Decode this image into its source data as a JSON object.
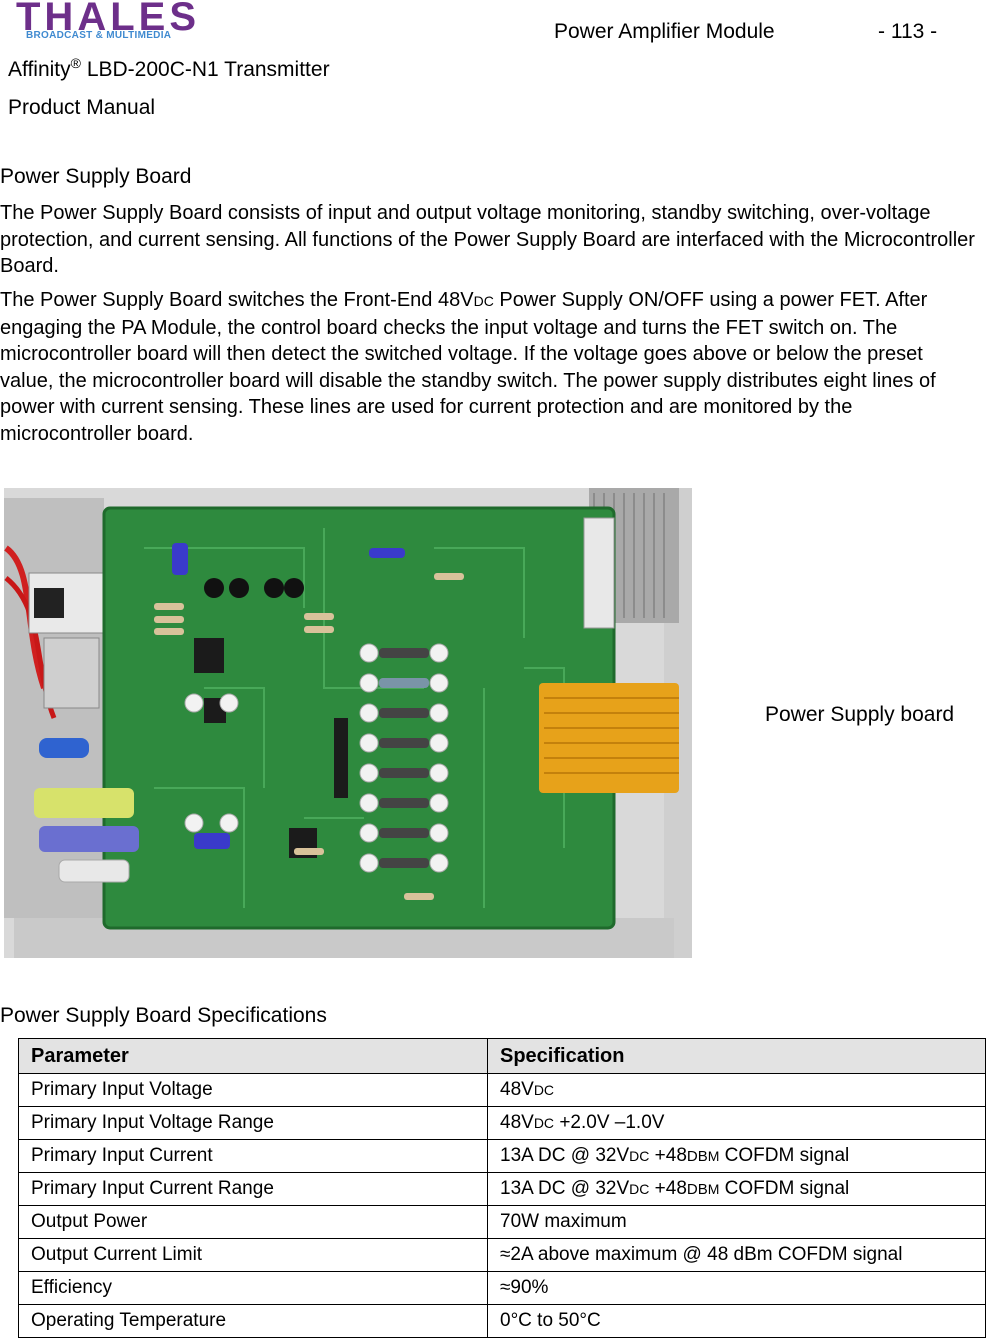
{
  "header": {
    "logo_brand": "THALES",
    "logo_subtitle": "BROADCAST & MULTIMEDIA",
    "module": "Power Amplifier Module",
    "page": "- 113 -",
    "product_name": "Affinity",
    "product_mark": "®",
    "product_model": " LBD-200C-N1 Transmitter",
    "manual": "Product Manual"
  },
  "section1": {
    "title": "Power Supply Board",
    "para1": "The Power Supply Board consists of input and output voltage monitoring, standby switching, over-voltage protection, and current sensing. All functions of the Power Supply Board are interfaced with the Microcontroller Board.",
    "para2_a": "The Power Supply Board switches the Front-End 48V",
    "para2_sub": "DC",
    "para2_b": " Power Supply ON/OFF using a power FET. After engaging the PA Module, the control board checks the input voltage and turns the FET switch on. The microcontroller board will then detect the switched voltage. If the voltage goes above or below the preset value, the microcontroller board will disable the standby switch. The power supply distributes eight lines of power with current sensing. These lines are used for current protection and are monitored by the microcontroller board."
  },
  "figure": {
    "caption": "Power Supply board"
  },
  "section2": {
    "title": "Power Supply Board Specifications",
    "headers": [
      "Parameter",
      "Specification"
    ],
    "rows": [
      {
        "param": "Primary Input Voltage",
        "spec": [
          "48V",
          "DC",
          ""
        ]
      },
      {
        "param": "Primary Input Voltage Range",
        "spec": [
          "48V",
          "DC",
          " +2.0V –1.0V"
        ]
      },
      {
        "param": "Primary Input Current",
        "spec": [
          "13A DC @ 32V",
          "DC",
          " +48",
          "DB",
          "M",
          " COFDM signal"
        ]
      },
      {
        "param": "Primary Input Current Range",
        "spec": [
          "13A DC @ 32V",
          "DC",
          " +48",
          "DB",
          "M",
          " COFDM signal"
        ]
      },
      {
        "param": "Output Power",
        "spec": [
          "70W maximum"
        ]
      },
      {
        "param": "Output Current Limit",
        "spec": [
          "≈2A above maximum @ 48 dBm COFDM signal"
        ]
      },
      {
        "param": "Efficiency",
        "spec": [
          "≈90%"
        ]
      },
      {
        "param": "Operating Temperature",
        "spec": [
          "0°C to 50°C"
        ]
      }
    ]
  },
  "colors": {
    "logo_purple": "#6d2f8a",
    "logo_blue": "#3f8ad0",
    "pcb_green": "#2e8a3e",
    "table_header_bg": "#e3e3e3"
  }
}
